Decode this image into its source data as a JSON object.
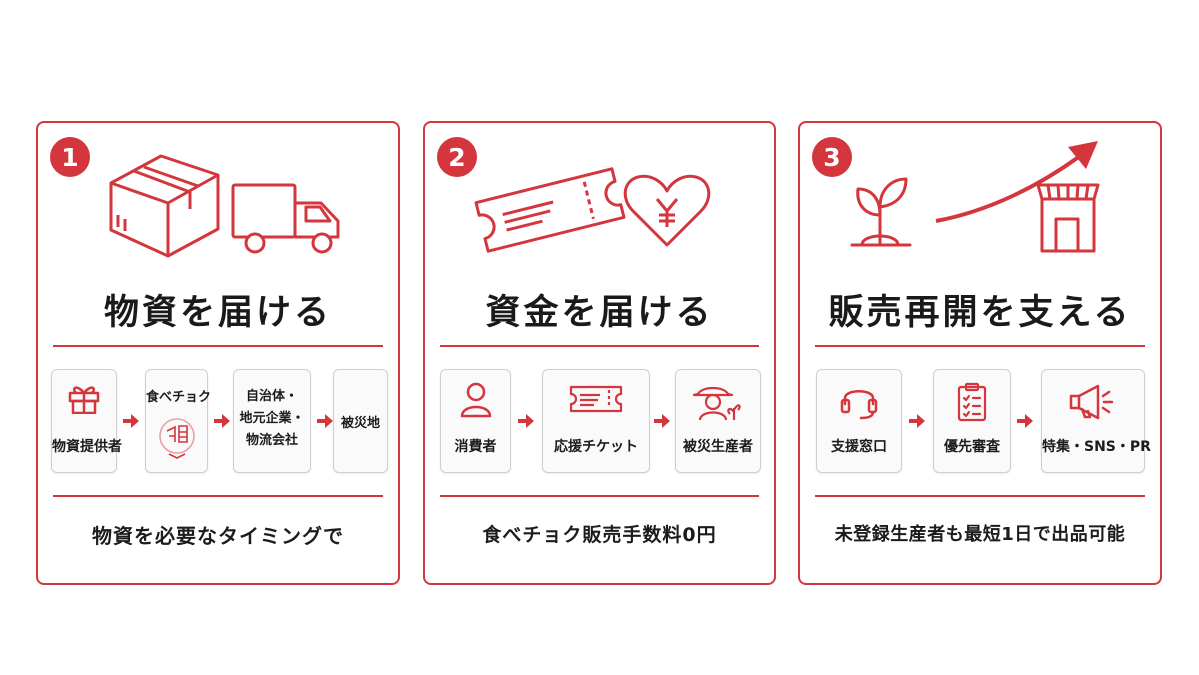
{
  "colors": {
    "accent": "#d4363d",
    "text": "#1c1c1c",
    "border": "#cfcfcf"
  },
  "cards": [
    {
      "number": "1",
      "title": "物資を届ける",
      "icons": [
        "box-icon",
        "truck-icon"
      ],
      "steps": [
        {
          "label": "物資提供者",
          "icon": "gift-icon"
        },
        {
          "label": "食べチョク",
          "icon": "tabechoku-stamp-icon"
        },
        {
          "lines": [
            "自治体・",
            "地元企業・",
            "物流会社"
          ]
        },
        {
          "label": "被災地"
        }
      ],
      "caption": "物資を必要なタイミングで"
    },
    {
      "number": "2",
      "title": "資金を届ける",
      "icons": [
        "ticket-icon",
        "yen-heart-icon"
      ],
      "steps": [
        {
          "label": "消費者",
          "icon": "person-icon"
        },
        {
          "label": "応援チケット",
          "icon": "ticket-icon"
        },
        {
          "label": "被災生産者",
          "icon": "farmer-icon"
        }
      ],
      "caption": "食べチョク販売手数料0円"
    },
    {
      "number": "3",
      "title": "販売再開を支える",
      "icons": [
        "sprout-icon",
        "growth-arrow-icon",
        "shop-icon"
      ],
      "steps": [
        {
          "label": "支援窓口",
          "icon": "headset-icon"
        },
        {
          "label": "優先審査",
          "icon": "clipboard-check-icon"
        },
        {
          "label": "特集・SNS・PR",
          "icon": "megaphone-icon"
        }
      ],
      "caption": "未登録生産者も最短1日で出品可能"
    }
  ]
}
